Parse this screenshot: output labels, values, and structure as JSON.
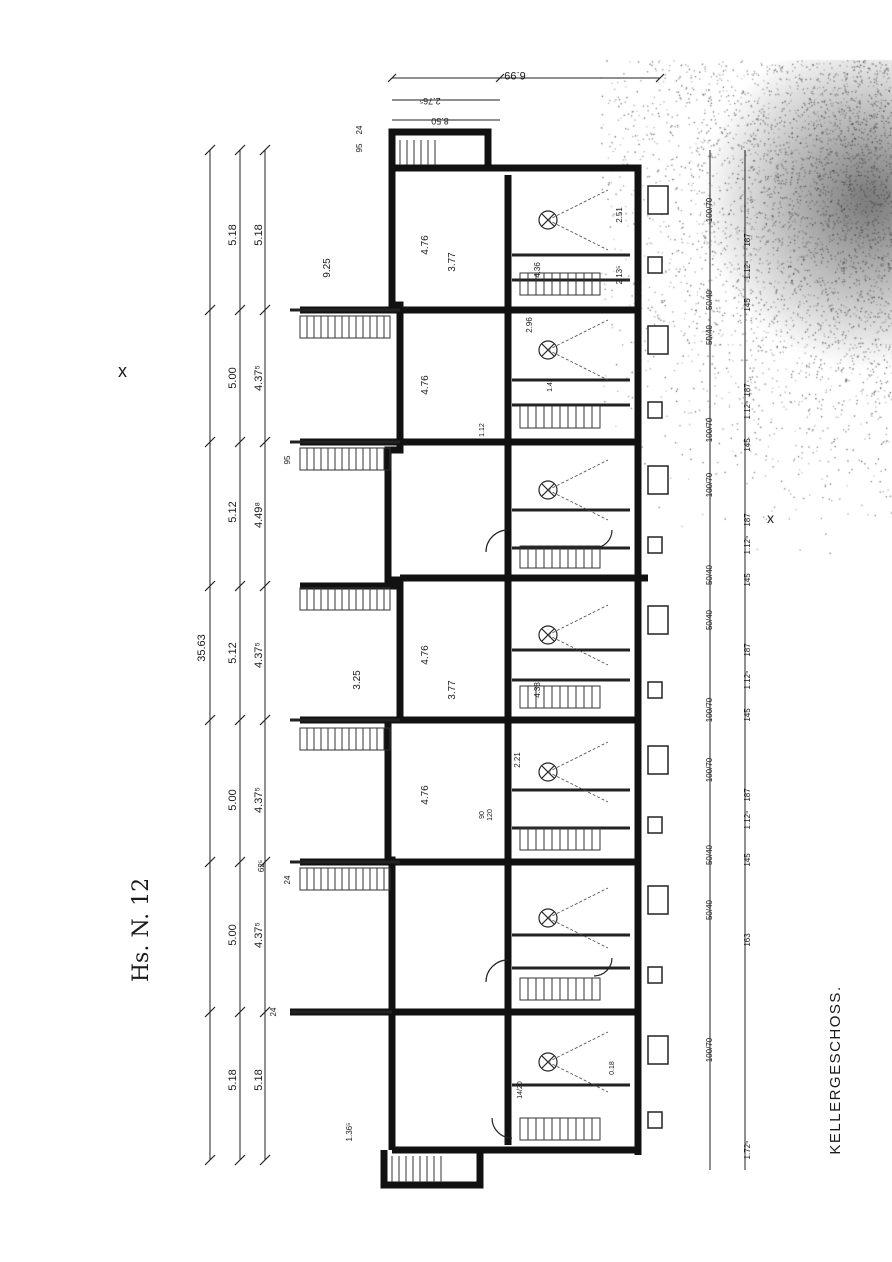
{
  "sheet": {
    "label": "KELLERGESCHOSS.",
    "handwritten": "Hs. N. 12",
    "cross_marks": [
      "x",
      "x"
    ]
  },
  "left_dims": {
    "total": "35.63",
    "outer": [
      "5.18",
      "5.00",
      "5.12",
      "5.12",
      "5.00",
      "5.00",
      "5.18"
    ],
    "inner": [
      "5.18",
      "4.37⁵",
      "4.49⁸",
      "4.37⁵",
      "4.37⁵",
      "4.37⁵",
      "5.18"
    ],
    "small": [
      "95",
      "24",
      "1.36⁵",
      "62⁵",
      "24",
      "95",
      "24"
    ],
    "depth": [
      "9.25",
      "3.25"
    ]
  },
  "top_dims": {
    "width": "6.99",
    "a": "2.76⁵",
    "b": "8.50"
  },
  "room_dims": {
    "depth": "4.76",
    "width": "3.77",
    "service": [
      "2.96",
      "2.51",
      "2.21",
      "2.13⁵",
      "4.36",
      "4.38"
    ],
    "small": [
      "1.12",
      "1.42",
      "90",
      "120",
      "14/20",
      "0.18"
    ]
  },
  "right_dims": {
    "pairs": [
      "100/70",
      "50/40",
      "100/70",
      "50/40",
      "100/70",
      "50/40",
      "100/70",
      "50/40",
      "100/70",
      "50/40",
      "100/70",
      "50/40"
    ],
    "runs": [
      "187",
      "1.12⁵",
      "145",
      "187",
      "1.12⁵",
      "145",
      "187",
      "1.12⁵",
      "145",
      "187",
      "1.12⁵",
      "145",
      "187",
      "1.12⁵",
      "145",
      "163",
      "1.72⁵"
    ]
  }
}
